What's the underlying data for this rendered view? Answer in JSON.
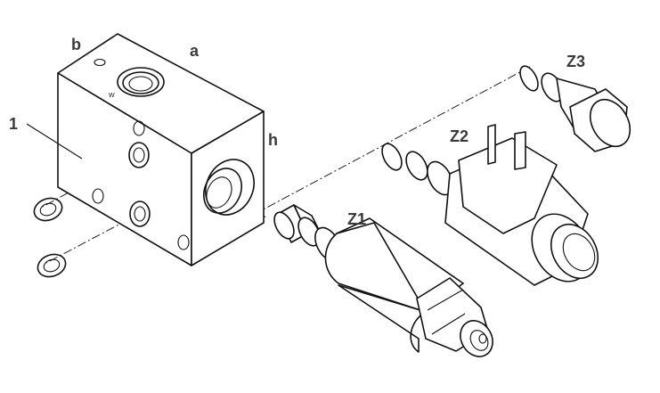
{
  "labels": {
    "block": "1",
    "port_b": "b",
    "port_a": "a",
    "port_h": "h",
    "valve_z1": "Z1",
    "valve_z2": "Z2",
    "valve_z3": "Z3"
  },
  "colors": {
    "line": "#111111",
    "label": "#3a3a3a",
    "background": "#ffffff"
  }
}
